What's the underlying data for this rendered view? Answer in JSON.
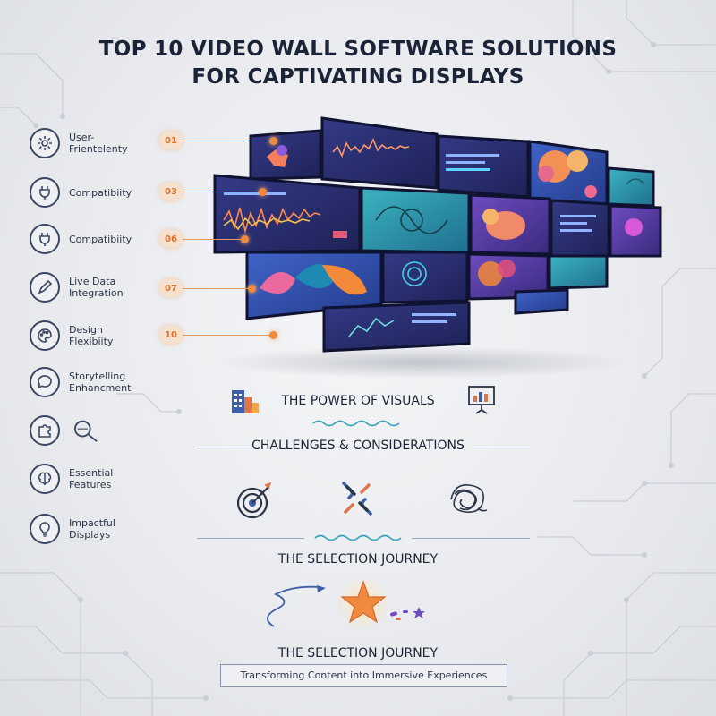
{
  "title": {
    "line1": "TOP 10 VIDEO WALL SOFTWARE SOLUTIONS",
    "line2": "FOR CAPTIVATING DISPLAYS"
  },
  "sidebar": {
    "items": [
      {
        "icon": "gear-icon",
        "lines": [
          "User-Frientelenty"
        ]
      },
      {
        "icon": "plug-icon",
        "lines": [
          "Compatibiity"
        ]
      },
      {
        "icon": "plug-icon",
        "lines": [
          "Compatibiity"
        ]
      },
      {
        "icon": "pen-icon",
        "lines": [
          "Live Data",
          "Integration"
        ]
      },
      {
        "icon": "palette-icon",
        "lines": [
          "Design",
          "Flexibiity"
        ]
      },
      {
        "icon": "chat-bubble-icon",
        "lines": [
          "Storytelling",
          "Enhancment"
        ]
      },
      {
        "icon": "puzzle-icon",
        "lines": [
          ""
        ]
      },
      {
        "icon": "brain-icon",
        "lines": [
          "Essential",
          "Features"
        ]
      },
      {
        "icon": "lightbulb-icon",
        "lines": [
          "Impactful",
          "Displays"
        ]
      }
    ]
  },
  "callouts": [
    "01",
    "03",
    "06",
    "07",
    "10"
  ],
  "colors": {
    "accent_orange": "#f08a3e",
    "screen_dark": "#2b2f6e",
    "screen_teal": "#2f9fb0",
    "screen_purple": "#5a3f9c",
    "text_dark": "#1b2436"
  },
  "sections": {
    "power_title": "THE POWER OF VISUALS",
    "challenges_title": "CHALLENGES & CONSIDERATIONS",
    "selection_title": "THE SELECTION JOURNEY",
    "selection_title_2": "THE SELECTION JOURNEY",
    "tagline": "Transforming Content into Immersive Experiences"
  }
}
